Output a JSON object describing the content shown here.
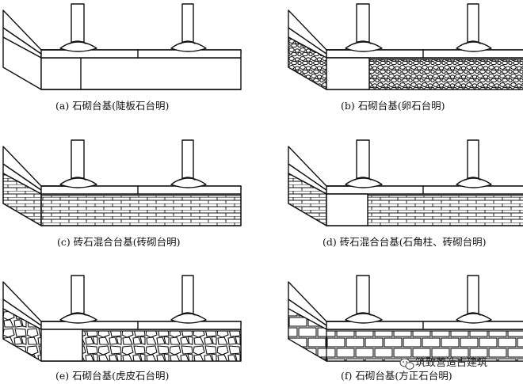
{
  "panels": [
    {
      "id": "a",
      "caption": "(a) 石砌台基(陡板石台明)",
      "style": "slab"
    },
    {
      "id": "b",
      "caption": "(b) 石砌台基(卵石台明)",
      "style": "pebble"
    },
    {
      "id": "c",
      "caption": "(c) 砖石混合台基(砖砌台明)",
      "style": "brick"
    },
    {
      "id": "d",
      "caption": "(d) 砖石混合台基(石角柱、砖砌台明)",
      "style": "brick-corner"
    },
    {
      "id": "e",
      "caption": "(e) 石砌台基(虎皮石台明)",
      "style": "rubble"
    },
    {
      "id": "f",
      "caption": "(f) 石砌台基(方正石台明)",
      "style": "ashlar"
    }
  ],
  "watermark": {
    "text": "筑致营造古建筑",
    "icon": "wechat-icon"
  }
}
